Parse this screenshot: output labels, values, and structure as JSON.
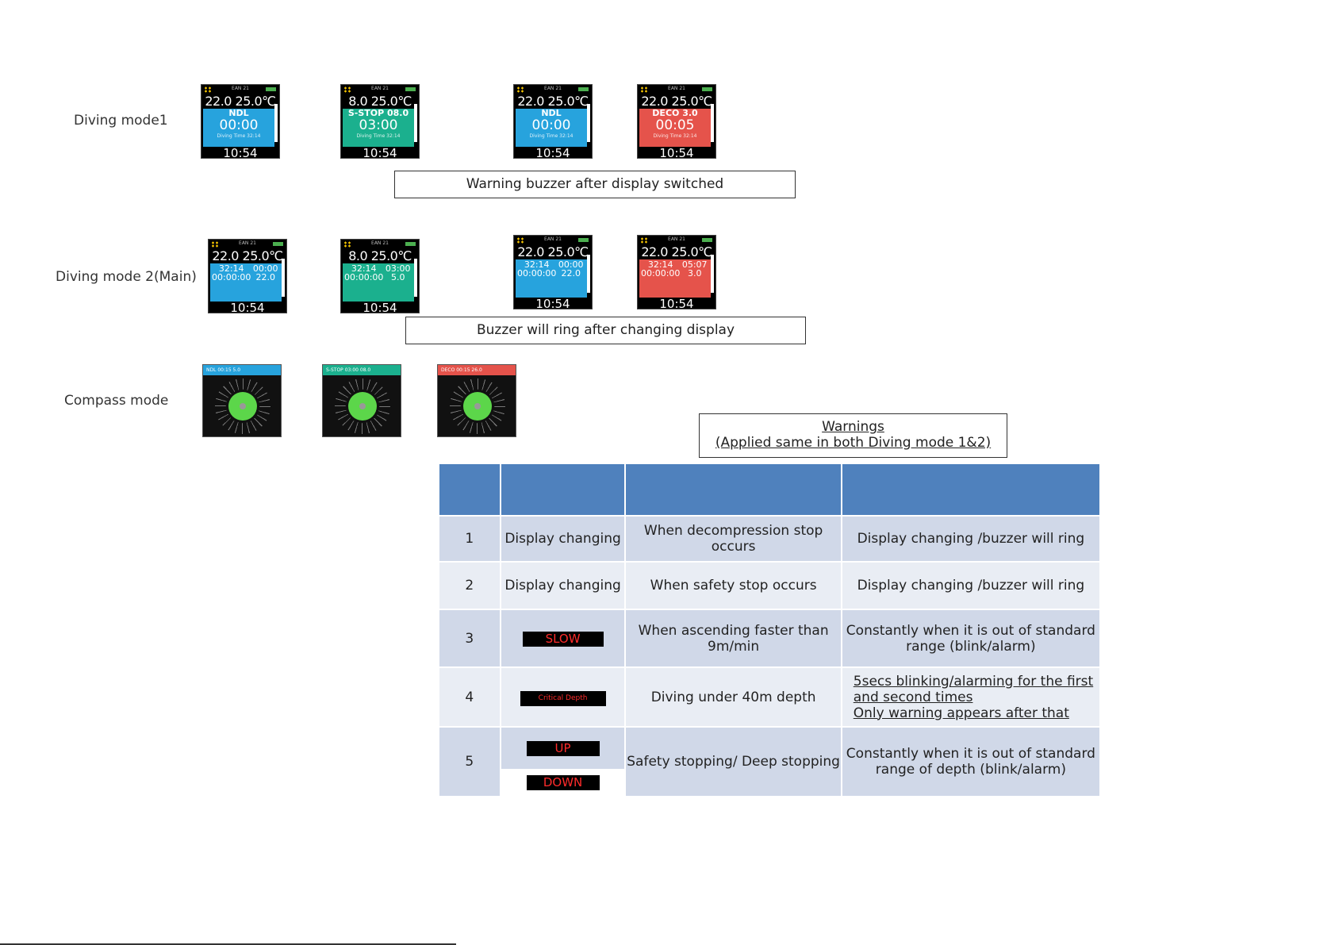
{
  "rows": {
    "mode1": "Diving mode1",
    "mode2": "Diving mode 2(Main)",
    "compass": "Compass mode"
  },
  "mode1_watches": [
    {
      "top_left": "22.0",
      "top_right": "25.0℃",
      "mode": "NDL",
      "mode_right": "",
      "time": "00:00",
      "sub": "Diving Time 32:14",
      "clock": "10:54",
      "color": "blue"
    },
    {
      "top_left": "8.0",
      "top_right": "25.0℃",
      "mode": "S-STOP",
      "mode_right": "08.0",
      "time": "03:00",
      "sub": "Diving Time 32:14",
      "clock": "10:54",
      "color": "teal"
    },
    {
      "top_left": "22.0",
      "top_right": "25.0℃",
      "mode": "NDL",
      "mode_right": "",
      "time": "00:00",
      "sub": "Diving Time 32:14",
      "clock": "10:54",
      "color": "blue"
    },
    {
      "top_left": "22.0",
      "top_right": "25.0℃",
      "mode": "DECO",
      "mode_right": "3.0",
      "time": "00:05",
      "sub": "Diving Time 32:14",
      "clock": "10:54",
      "color": "red"
    }
  ],
  "mode2_watches": [
    {
      "top_left": "22.0",
      "top_right": "25.0℃",
      "l1": "32:14",
      "r1": "00:00",
      "l2": "00:00:00",
      "r2": "22.0",
      "clock": "10:54",
      "color": "blue"
    },
    {
      "top_left": "8.0",
      "top_right": "25.0℃",
      "l1": "32:14",
      "r1": "03:00",
      "l2": "00:00:00",
      "r2": "5.0",
      "clock": "10:54",
      "color": "teal"
    },
    {
      "top_left": "22.0",
      "top_right": "25.0℃",
      "l1": "32:14",
      "r1": "00:00",
      "l2": "00:00:00",
      "r2": "22.0",
      "clock": "10:54",
      "color": "blue"
    },
    {
      "top_left": "22.0",
      "top_right": "25.0℃",
      "l1": "32:14",
      "r1": "05:07",
      "l2": "00:00:00",
      "r2": "3.0",
      "clock": "10:54",
      "color": "red"
    }
  ],
  "compass_heads": [
    {
      "label": "NDL   00:15   5.0",
      "color": "blue"
    },
    {
      "label": "S-STOP 03:00  08.0",
      "color": "teal"
    },
    {
      "label": "DECO  00:15   26.0",
      "color": "red"
    }
  ],
  "ean": "EAN 21",
  "notes": {
    "mode1": "Warning buzzer after display switched",
    "mode2": "Buzzer will ring after changing display",
    "warnings_title": "Warnings",
    "warnings_sub": "(Applied same in both Diving mode 1&2)"
  },
  "table": {
    "rows": [
      {
        "no": "1",
        "display": "Display changing",
        "condition": "When decompression stop occurs",
        "action": "Display changing /buzzer will ring"
      },
      {
        "no": "2",
        "display": "Display changing",
        "condition": "When safety stop occurs",
        "action": "Display changing /buzzer will ring"
      },
      {
        "no": "3",
        "display": "SLOW",
        "condition": "When ascending faster than 9m/min",
        "action": "Constantly when it is out of standard range (blink/alarm)"
      },
      {
        "no": "4",
        "display": "Critical Depth",
        "condition": "Diving under 40m depth",
        "action_a": "5secs blinking/alarming for the first and second times",
        "action_b": "Only warning appears after that"
      },
      {
        "no": "5",
        "display_a": "UP",
        "display_b": "DOWN",
        "condition": "Safety stopping/ Deep stopping",
        "action": "Constantly when it is out of standard range of depth (blink/alarm)"
      }
    ]
  },
  "colors": {
    "blue": "#27a3dd",
    "teal": "#1bb08e",
    "red": "#e5534b",
    "header": "#4f81bd"
  }
}
